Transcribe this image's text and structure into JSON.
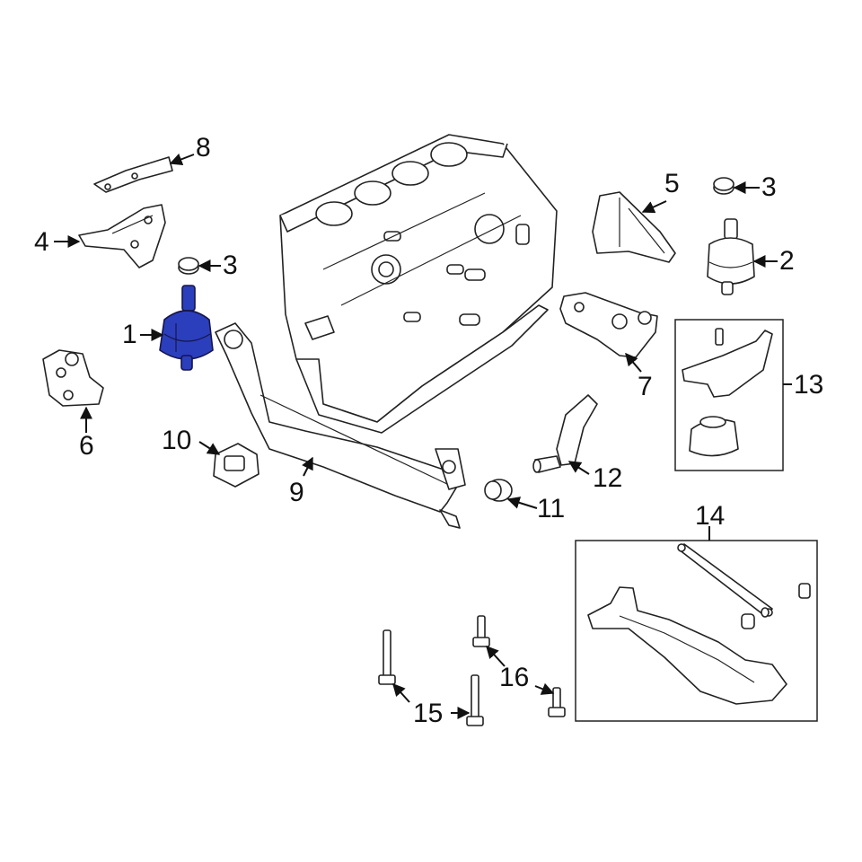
{
  "colors": {
    "highlight_part": "#2b3fbd",
    "line": "#222222",
    "background": "#ffffff"
  },
  "callouts": {
    "c1": "1",
    "c2": "2",
    "c3a": "3",
    "c3b": "3",
    "c4": "4",
    "c5": "5",
    "c6": "6",
    "c7": "7",
    "c8": "8",
    "c9": "9",
    "c10": "10",
    "c11": "11",
    "c12": "12",
    "c13": "13",
    "c14": "14",
    "c15": "15",
    "c16": "16"
  }
}
